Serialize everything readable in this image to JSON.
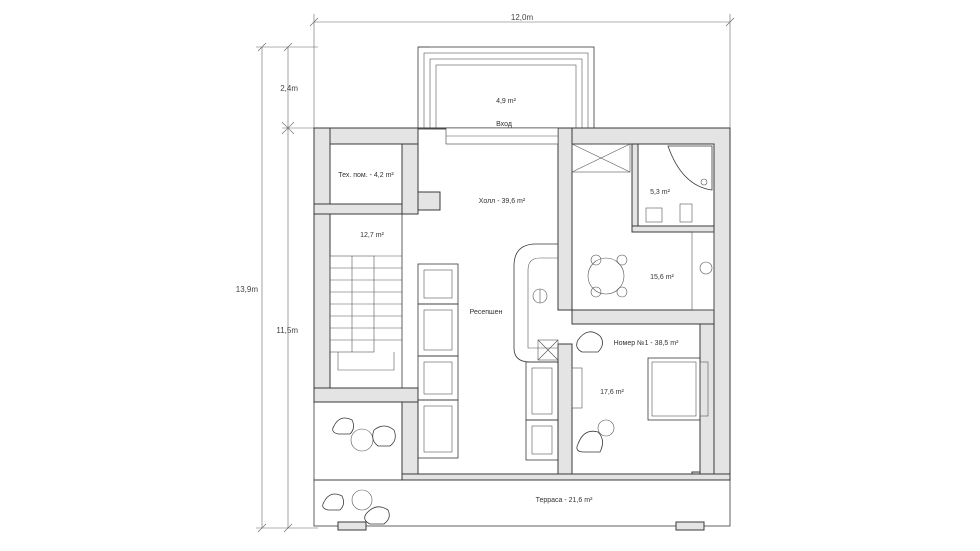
{
  "dimensions": {
    "width_total": "12,0m",
    "height_total": "13,9m",
    "height_porch": "2,4m",
    "height_main": "11,5m"
  },
  "rooms": {
    "porch": "4,9 m²",
    "entrance": "Вход",
    "tech_room": "Тех. пом. - 4,2 m²",
    "hall": "Холл - 39,6 m²",
    "stairs": "12,7 m²",
    "reception": "Ресепшен",
    "bathroom": "5,3 m²",
    "kitchen": "15,6 m²",
    "suite": "Номер №1 - 38,5 m²",
    "bedroom": "17,6 m²",
    "terrace": "Терраса - 21,6 m²"
  },
  "colors": {
    "wall": "#e4e4e4",
    "line": "#3a3a3a"
  }
}
